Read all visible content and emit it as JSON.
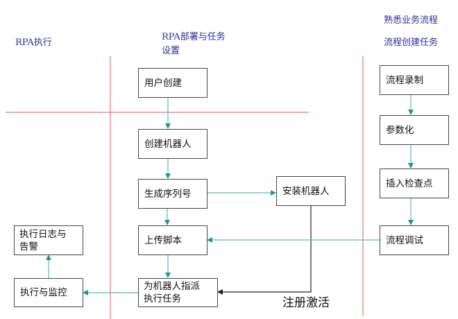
{
  "diagram": {
    "lanes": [
      {
        "id": "execution",
        "title_lines": [
          "RPA执行"
        ]
      },
      {
        "id": "deployment",
        "title_lines": [
          "RPA部署与任务",
          "设置"
        ]
      },
      {
        "id": "process",
        "title_lines": [
          "熟悉业务流程",
          "流程创建任务"
        ]
      }
    ],
    "nodes": {
      "user_create": {
        "label": "用户创建",
        "lane": "deployment"
      },
      "create_robot": {
        "label": "创建机器人",
        "lane": "deployment"
      },
      "gen_serial": {
        "label": "生成序列号",
        "lane": "deployment"
      },
      "install_robot": {
        "label": "安装机器人",
        "lane": "deployment"
      },
      "upload_script": {
        "label": "上传脚本",
        "lane": "deployment"
      },
      "assign_task": {
        "label_lines": [
          "为机器人指派",
          "执行任务"
        ],
        "lane": "deployment"
      },
      "exec_monitor": {
        "label": "执行与监控",
        "lane": "execution"
      },
      "exec_log": {
        "label_lines": [
          "执行日志与",
          "告警"
        ],
        "lane": "execution"
      },
      "record": {
        "label": "流程录制",
        "lane": "process"
      },
      "parametrize": {
        "label": "参数化",
        "lane": "process"
      },
      "checkpoint": {
        "label": "插入检查点",
        "lane": "process"
      },
      "debug": {
        "label": "流程调试",
        "lane": "process"
      }
    },
    "edges": [
      {
        "from": "user_create",
        "to": "create_robot"
      },
      {
        "from": "create_robot",
        "to": "gen_serial"
      },
      {
        "from": "gen_serial",
        "to": "install_robot"
      },
      {
        "from": "gen_serial",
        "to": "upload_script"
      },
      {
        "from": "upload_script",
        "to": "assign_task"
      },
      {
        "from": "install_robot",
        "to": "assign_task",
        "label": "注册激活"
      },
      {
        "from": "assign_task",
        "to": "exec_monitor"
      },
      {
        "from": "exec_monitor",
        "to": "exec_log"
      },
      {
        "from": "record",
        "to": "parametrize"
      },
      {
        "from": "parametrize",
        "to": "checkpoint"
      },
      {
        "from": "checkpoint",
        "to": "debug"
      },
      {
        "from": "debug",
        "to": "upload_script"
      }
    ],
    "edge_label_register": "注册激活",
    "colors": {
      "lane_divider": "#f07070",
      "flow_arrow": "#3aa8a8",
      "register_arrow": "#222222",
      "title_text": "#2b2f9a",
      "box_border": "#444444"
    }
  }
}
